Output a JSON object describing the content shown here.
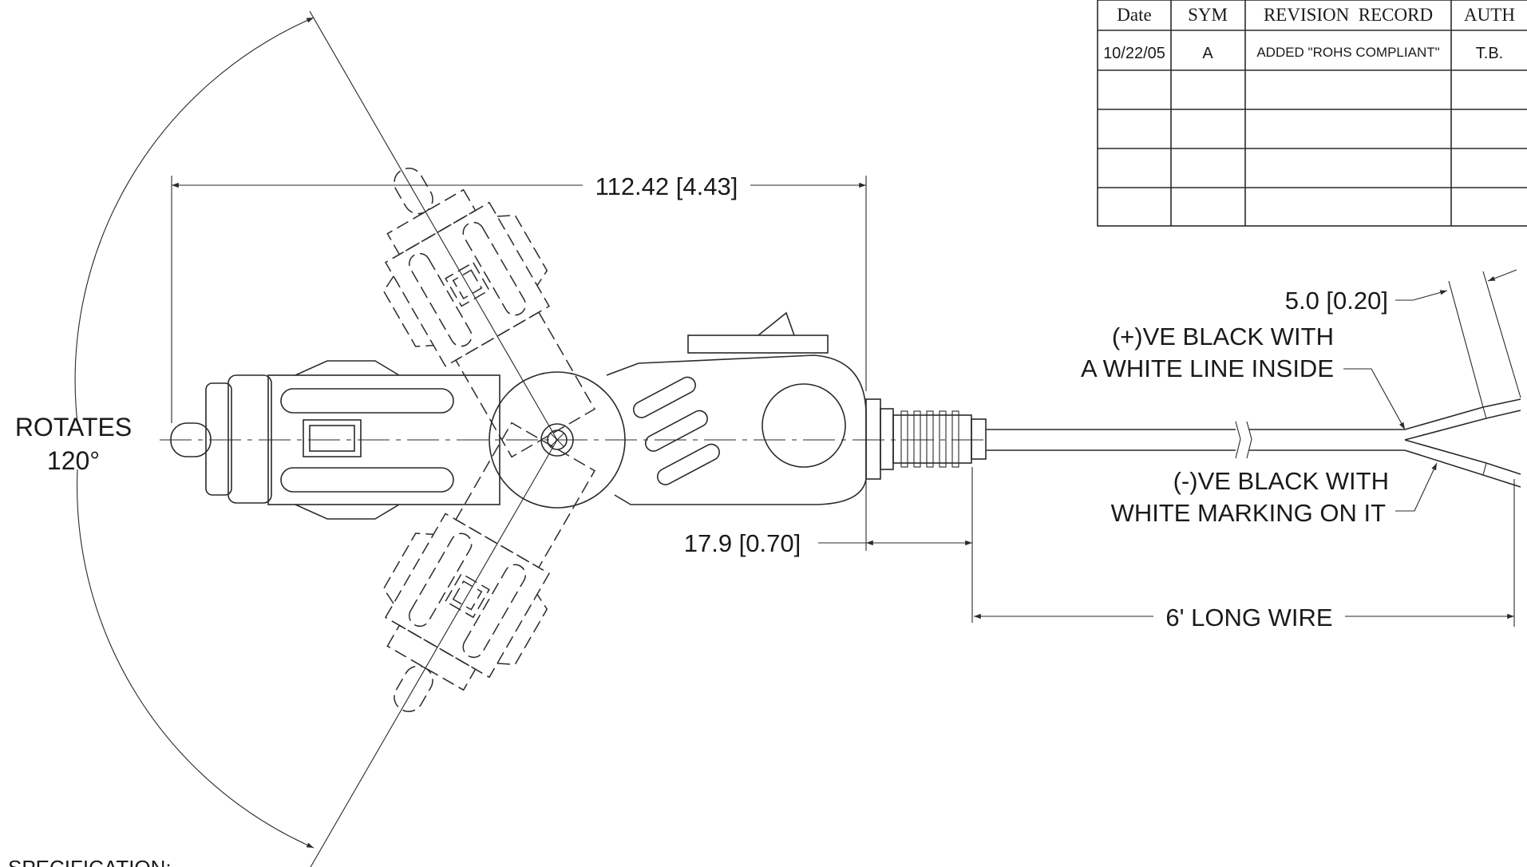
{
  "revision_table": {
    "headers": [
      "Date",
      "SYM",
      "REVISION  RECORD",
      "AUTH"
    ],
    "rows": [
      [
        "10/22/05",
        "A",
        "ADDED \"ROHS COMPLIANT\"",
        "T.B."
      ],
      [
        "",
        "",
        "",
        ""
      ],
      [
        "",
        "",
        "",
        ""
      ],
      [
        "",
        "",
        "",
        ""
      ],
      [
        "",
        "",
        "",
        ""
      ]
    ]
  },
  "dimensions": {
    "overall_length": "112.42 [4.43]",
    "strain_relief": "17.9 [0.70]",
    "strip_length": "5.0 [0.20]",
    "wire_length": "6' LONG WIRE"
  },
  "rotation": {
    "line1": "ROTATES",
    "line2": "120°"
  },
  "wire_labels": {
    "positive_line1": "(+)VE BLACK WITH",
    "positive_line2": "A WHITE LINE INSIDE",
    "negative_line1": "(-)VE BLACK WITH",
    "negative_line2": "WHITE MARKING ON IT"
  },
  "spec_heading": "SPECIFICATION:"
}
